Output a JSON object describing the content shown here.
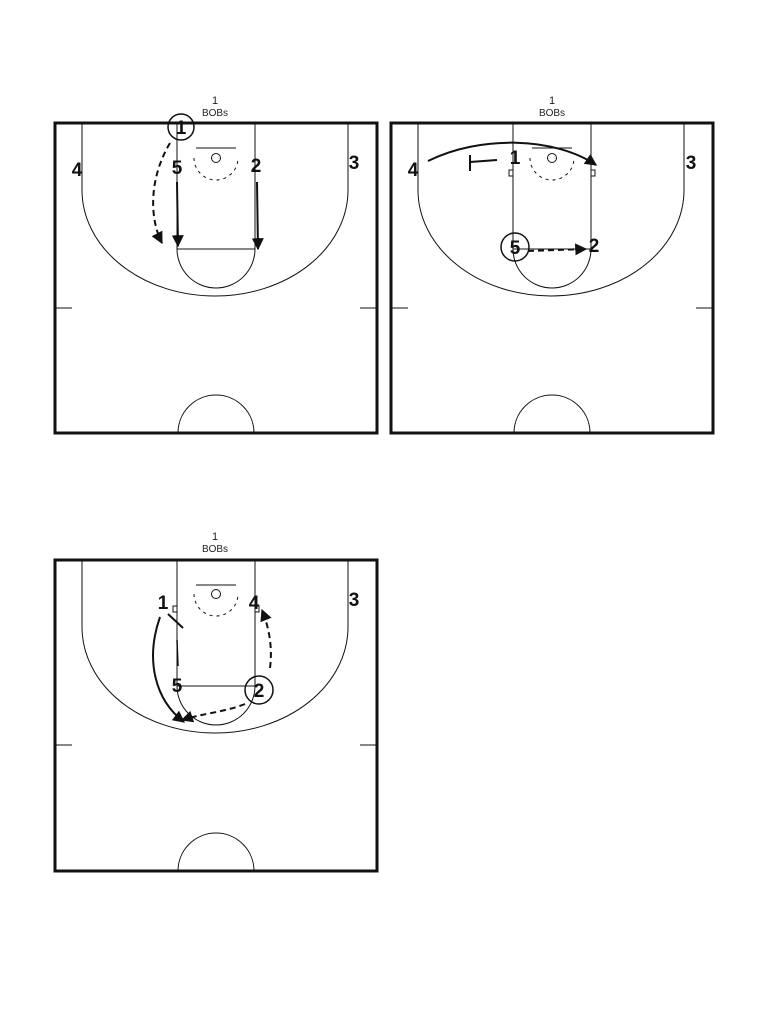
{
  "diagrams": [
    {
      "caption_number": "1",
      "caption_text": "BOBs",
      "players": [
        {
          "label": "1",
          "circled": true
        },
        {
          "label": "5",
          "circled": false
        },
        {
          "label": "2",
          "circled": false
        },
        {
          "label": "4",
          "circled": false
        },
        {
          "label": "3",
          "circled": false
        }
      ]
    },
    {
      "caption_number": "1",
      "caption_text": "BOBs",
      "players": [
        {
          "label": "4",
          "circled": false
        },
        {
          "label": "1",
          "circled": false
        },
        {
          "label": "3",
          "circled": false
        },
        {
          "label": "5",
          "circled": true
        },
        {
          "label": "2",
          "circled": false
        }
      ]
    },
    {
      "caption_number": "1",
      "caption_text": "BOBs",
      "players": [
        {
          "label": "1",
          "circled": false
        },
        {
          "label": "4",
          "circled": false
        },
        {
          "label": "3",
          "circled": false
        },
        {
          "label": "5",
          "circled": false
        },
        {
          "label": "2",
          "circled": true
        }
      ]
    }
  ]
}
